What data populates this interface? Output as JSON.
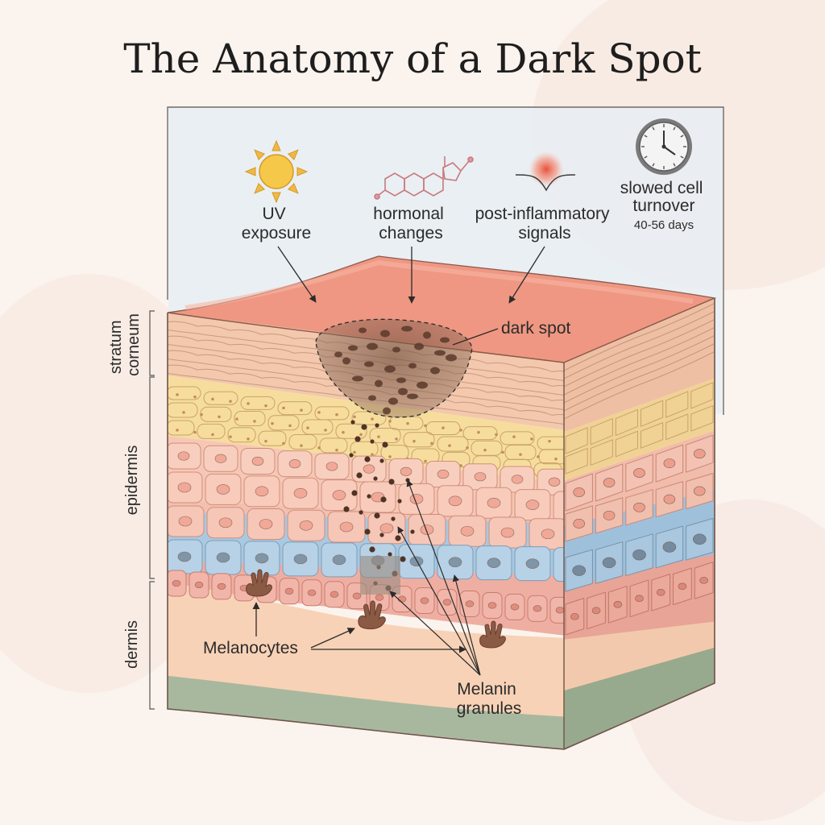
{
  "title": "The Anatomy of a Dark Spot",
  "colors": {
    "background": "#fbf3ee",
    "panel": "#e6eef4",
    "surface": "#ef9782",
    "stratum_corneum": "#f3c8ad",
    "granular": "#f6dd9d",
    "spinous": "#f7c7b5",
    "basal_blue": "#a9c9e2",
    "basal_red": "#efaea2",
    "dermis": "#f8d2b6",
    "hypodermis": "#a8b89e",
    "pigment": "#5a3a2b",
    "outline": "#6d5448"
  },
  "triggers": [
    {
      "icon": "sun-icon",
      "lines": [
        "UV",
        "exposure"
      ]
    },
    {
      "icon": "hormone-molecule-icon",
      "lines": [
        "hormonal",
        "changes"
      ]
    },
    {
      "icon": "inflammation-icon",
      "lines": [
        "post-inflammatory",
        "signals"
      ]
    },
    {
      "icon": "clock-icon",
      "lines": [
        "slowed cell",
        "turnover"
      ],
      "sub": "40-56 days"
    }
  ],
  "layer_labels": {
    "stratum": [
      "stratum",
      "corneum"
    ],
    "epidermis": "epidermis",
    "dermis": "dermis"
  },
  "callouts": {
    "dark_spot": "dark spot",
    "melanocytes": "Melanocytes",
    "melanin": [
      "Melanin",
      "granules"
    ]
  }
}
